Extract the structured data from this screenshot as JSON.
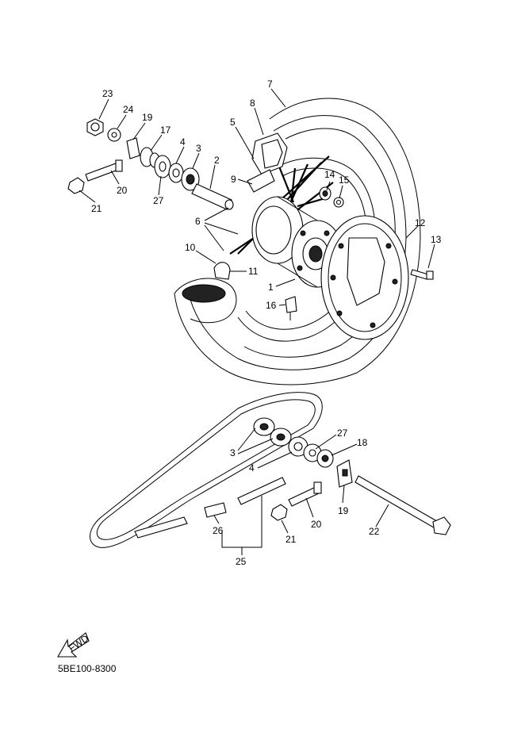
{
  "diagram": {
    "code": "5BE100-8300",
    "fwd_label": "FWD",
    "callouts": {
      "p1": "1",
      "p2": "2",
      "p3a": "3",
      "p3b": "3",
      "p4a": "4",
      "p4b": "4",
      "p5": "5",
      "p6": "6",
      "p7": "7",
      "p8": "8",
      "p9": "9",
      "p10": "10",
      "p11": "11",
      "p12": "12",
      "p13": "13",
      "p14": "14",
      "p15": "15",
      "p16": "16",
      "p17": "17",
      "p18": "18",
      "p19a": "19",
      "p19b": "19",
      "p20a": "20",
      "p20b": "20",
      "p21a": "21",
      "p21b": "21",
      "p22": "22",
      "p23": "23",
      "p24": "24",
      "p25": "25",
      "p26": "26",
      "p27a": "27",
      "p27b": "27"
    }
  }
}
